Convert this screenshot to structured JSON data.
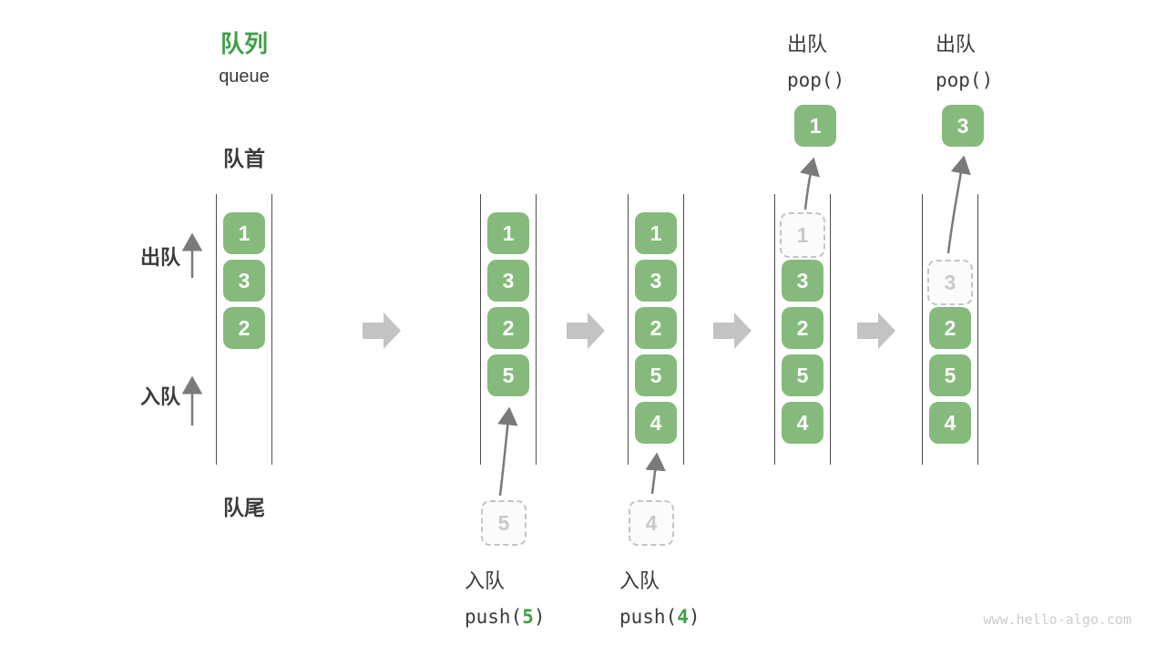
{
  "title": {
    "zh": "队列",
    "en": "queue"
  },
  "labels": {
    "front": "队首",
    "rear": "队尾",
    "dequeue": "出队",
    "enqueue": "入队"
  },
  "operations": {
    "pop1": {
      "label": "出队",
      "code": "pop()"
    },
    "pop2": {
      "label": "出队",
      "code": "pop()"
    },
    "push5": {
      "label": "入队",
      "code_pre": "push(",
      "arg": "5",
      "code_post": ")"
    },
    "push4": {
      "label": "入队",
      "code_pre": "push(",
      "arg": "4",
      "code_post": ")"
    }
  },
  "columns": [
    {
      "boxes": [
        "1",
        "3",
        "2"
      ]
    },
    {
      "boxes": [
        "1",
        "3",
        "2",
        "5"
      ],
      "staged": "5"
    },
    {
      "boxes": [
        "1",
        "3",
        "2",
        "5",
        "4"
      ],
      "staged": "4"
    },
    {
      "ghost": "1",
      "boxes": [
        "3",
        "2",
        "5",
        "4"
      ],
      "popped": "1"
    },
    {
      "ghost": "3",
      "boxes": [
        "2",
        "5",
        "4"
      ],
      "popped": "3"
    }
  ],
  "watermark": "www.hello-algo.com",
  "colors": {
    "box_green": "#85BA7C",
    "accent_green": "#3FA047",
    "text_dark": "#3B3B3B",
    "thin_arrow_gray": "#7A7A7A",
    "block_arrow_gray": "#C3C3C3",
    "ghost_gray": "#C9C9C9"
  }
}
